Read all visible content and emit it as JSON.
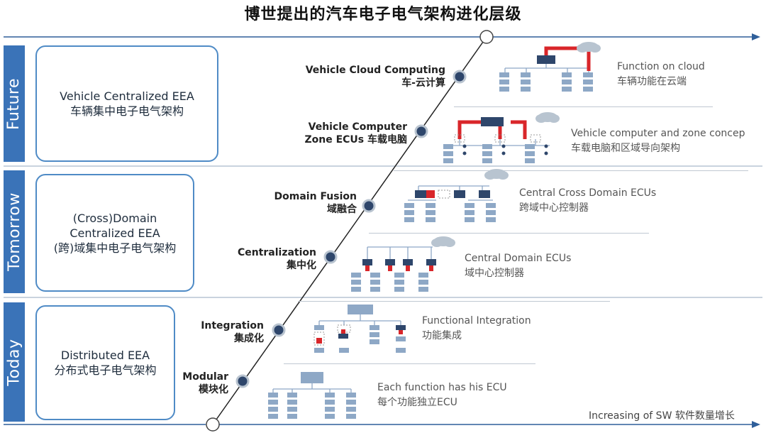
{
  "title": "博世提出的汽车电子电气架构进化层级",
  "bands": [
    {
      "label": "Future"
    },
    {
      "label": "Tomorrow"
    },
    {
      "label": "Today"
    }
  ],
  "cards": [
    {
      "line1": "Vehicle Centralized EEA",
      "line2": "车辆集中电子电气架构"
    },
    {
      "line1": "(Cross)Domain",
      "line2": "Centralized EEA",
      "line3": "(跨)域集中电子电气架构"
    },
    {
      "line1": "Distributed EEA",
      "line2": "分布式电子电气架构"
    }
  ],
  "stages": [
    {
      "en": "Vehicle Cloud Computing",
      "zh": "车-云计算"
    },
    {
      "en": "Vehicle Computer",
      "zh": "Zone ECUs 车载电脑"
    },
    {
      "en": "Domain Fusion",
      "zh": "域融合"
    },
    {
      "en": "Centralization",
      "zh": "集中化"
    },
    {
      "en": "Integration",
      "zh": "集成化"
    },
    {
      "en": "Modular",
      "zh": "模块化"
    }
  ],
  "descriptions": [
    {
      "en": "Function on cloud",
      "zh": "车辆功能在云端"
    },
    {
      "en": "Vehicle computer and zone concep",
      "zh": "车载电脑和区域导向架构"
    },
    {
      "en": "Central Cross Domain ECUs",
      "zh": "跨域中心控制器"
    },
    {
      "en": "Central Domain ECUs",
      "zh": "域中心控制器"
    },
    {
      "en": "Functional Integration",
      "zh": "功能集成"
    },
    {
      "en": "Each function has his ECU",
      "zh": "每个功能独立ECU"
    }
  ],
  "axis_label": "Increasing of SW 软件数量增长",
  "colors": {
    "band": "#3a73b8",
    "card_border": "#4f8bc6",
    "ecu": "#8ea8c6",
    "highlight": "#d9262a",
    "dark_node": "#2e466b"
  }
}
